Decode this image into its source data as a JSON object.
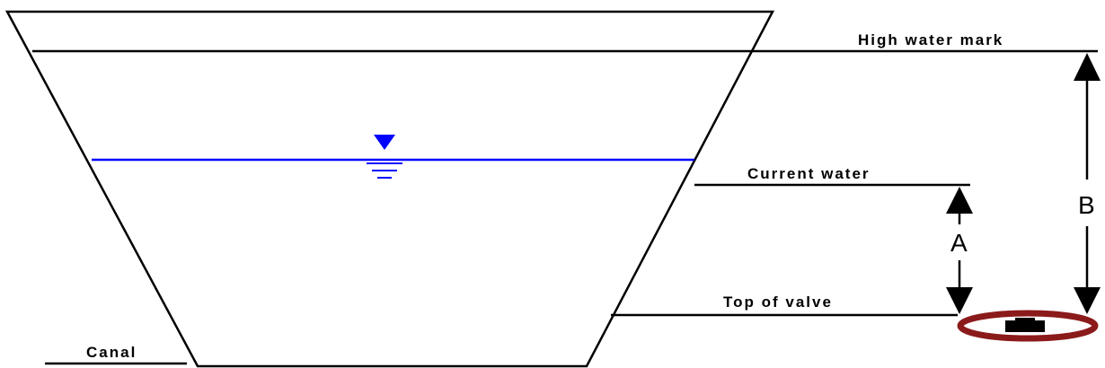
{
  "labels": {
    "high_water_mark": "High water mark",
    "current_water": "Current water",
    "top_of_valve": "Top of valve",
    "canal": "Canal",
    "dimension_a": "A",
    "dimension_b": "B"
  },
  "colors": {
    "line": "#000000",
    "water": "#0000ff",
    "valve_ring": "#8b1a1a",
    "valve_body": "#000000",
    "background": "#ffffff"
  },
  "icons": {
    "water_level_symbol": "water-surface-triangle-icon",
    "valve_symbol": "valve-icon"
  }
}
